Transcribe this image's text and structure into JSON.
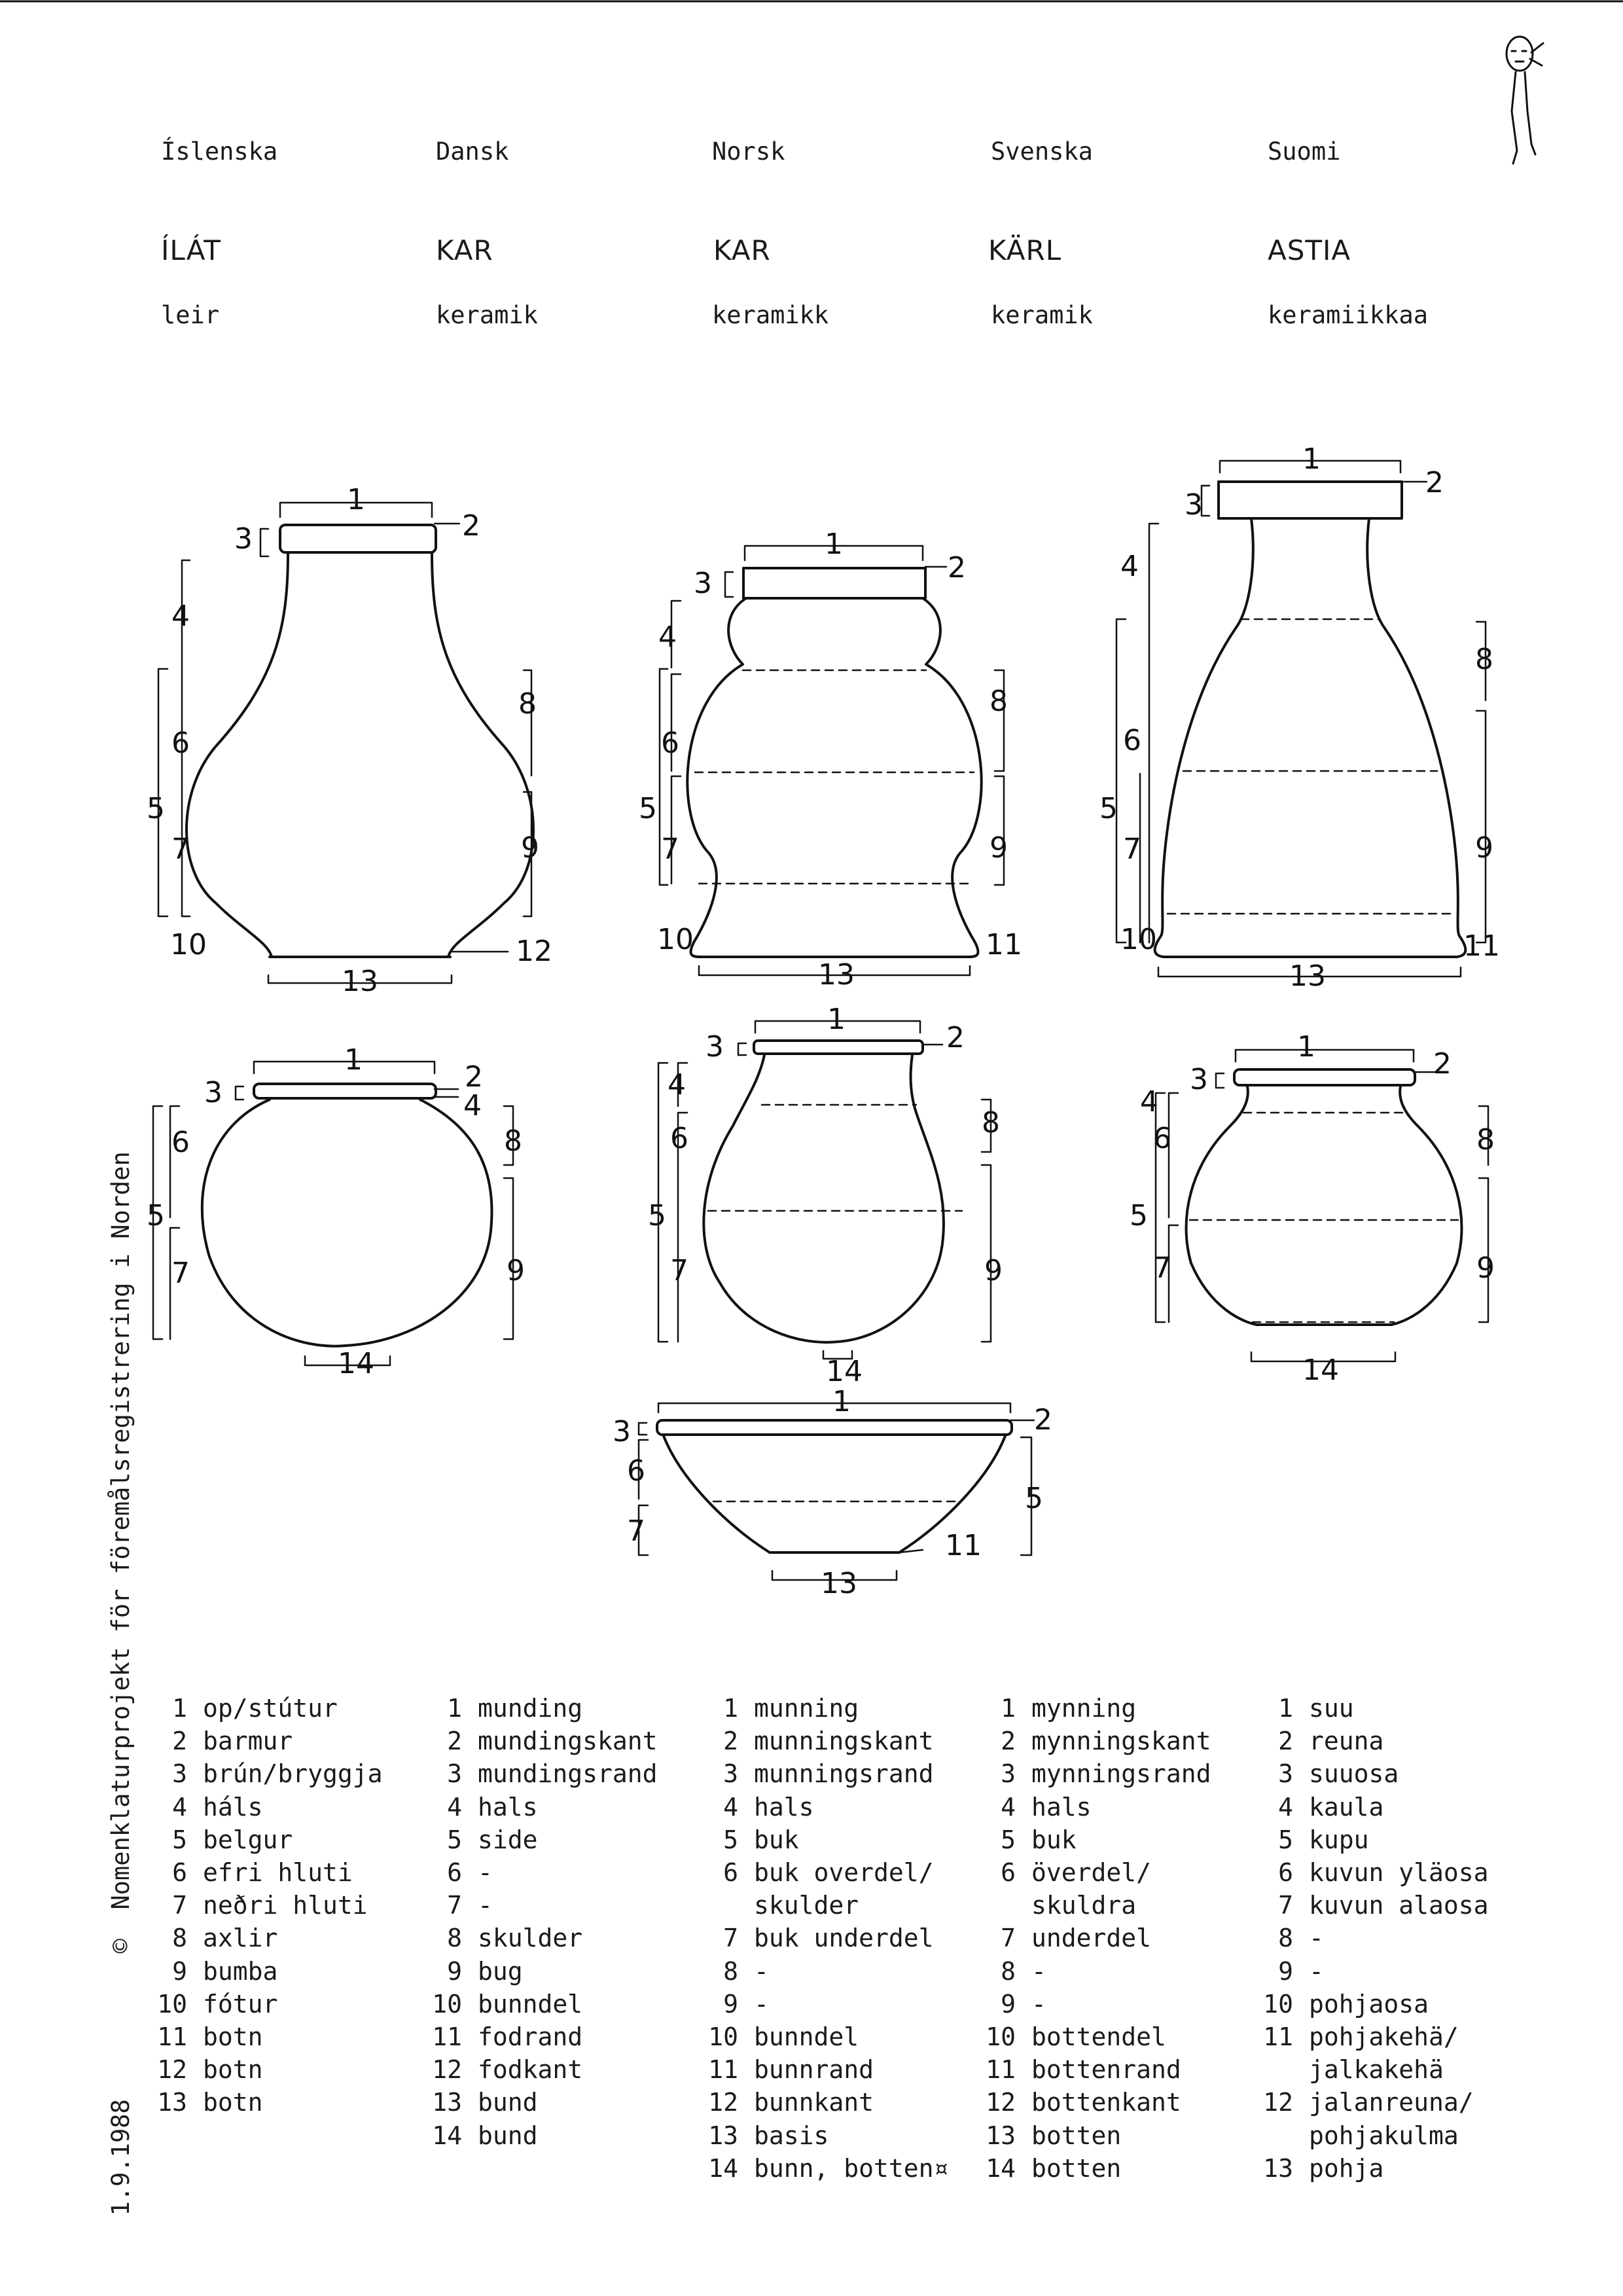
{
  "languages": [
    "Íslenska",
    "Dansk",
    "Norsk",
    "Svenska",
    "Suomi"
  ],
  "titles": [
    "ÍLÁT",
    "KAR",
    "KAR",
    "KÄRL",
    "ASTIA"
  ],
  "subtitles": [
    "leir",
    "keramik",
    "keramikk",
    "keramik",
    "keramiikkaa"
  ],
  "margin_text": "©  Nomenklaturprojekt för föremålsregistrering i Norden",
  "date": "1.9.1988",
  "columns": [
    {
      "items": [
        {
          "n": "1",
          "t": "op/stútur"
        },
        {
          "n": "2",
          "t": "barmur"
        },
        {
          "n": "3",
          "t": "brún/bryggja"
        },
        {
          "n": "4",
          "t": "háls"
        },
        {
          "n": "5",
          "t": "belgur"
        },
        {
          "n": "6",
          "t": "efri hluti"
        },
        {
          "n": "",
          "t": ""
        },
        {
          "n": "7",
          "t": "neðri hluti"
        },
        {
          "n": "8",
          "t": "axlir"
        },
        {
          "n": "9",
          "t": "bumba"
        },
        {
          "n": "10",
          "t": "fótur"
        },
        {
          "n": "11",
          "t": "botn"
        },
        {
          "n": "",
          "t": ""
        },
        {
          "n": "12",
          "t": "botn"
        },
        {
          "n": "",
          "t": ""
        },
        {
          "n": "13",
          "t": "botn"
        }
      ]
    },
    {
      "items": [
        {
          "n": "1",
          "t": "munding"
        },
        {
          "n": "2",
          "t": "mundingskant"
        },
        {
          "n": "3",
          "t": "mundingsrand"
        },
        {
          "n": "4",
          "t": "hals"
        },
        {
          "n": "5",
          "t": "side"
        },
        {
          "n": "6",
          "t": "-"
        },
        {
          "n": "",
          "t": ""
        },
        {
          "n": "7",
          "t": "-"
        },
        {
          "n": "8",
          "t": "skulder"
        },
        {
          "n": "9",
          "t": "bug"
        },
        {
          "n": "10",
          "t": "bunndel"
        },
        {
          "n": "11",
          "t": "fodrand"
        },
        {
          "n": "",
          "t": ""
        },
        {
          "n": "12",
          "t": "fodkant"
        },
        {
          "n": "",
          "t": ""
        },
        {
          "n": "13",
          "t": "bund"
        },
        {
          "n": "14",
          "t": "bund"
        }
      ]
    },
    {
      "items": [
        {
          "n": "1",
          "t": "munning"
        },
        {
          "n": "2",
          "t": "munningskant"
        },
        {
          "n": "3",
          "t": "munningsrand"
        },
        {
          "n": "4",
          "t": "hals"
        },
        {
          "n": "5",
          "t": "buk"
        },
        {
          "n": "6",
          "t": "buk overdel/"
        },
        {
          "n": "",
          "t": "skulder"
        },
        {
          "n": "7",
          "t": "buk underdel"
        },
        {
          "n": "8",
          "t": "-"
        },
        {
          "n": "9",
          "t": "-"
        },
        {
          "n": "10",
          "t": "bunndel"
        },
        {
          "n": "11",
          "t": "bunnrand"
        },
        {
          "n": "",
          "t": ""
        },
        {
          "n": "12",
          "t": "bunnkant"
        },
        {
          "n": "",
          "t": ""
        },
        {
          "n": "13",
          "t": "basis"
        },
        {
          "n": "14",
          "t": "bunn, botten¤"
        }
      ]
    },
    {
      "items": [
        {
          "n": "1",
          "t": "mynning"
        },
        {
          "n": "2",
          "t": "mynningskant"
        },
        {
          "n": "3",
          "t": "mynningsrand"
        },
        {
          "n": "4",
          "t": "hals"
        },
        {
          "n": "5",
          "t": "buk"
        },
        {
          "n": "6",
          "t": "överdel/"
        },
        {
          "n": "",
          "t": "skuldra"
        },
        {
          "n": "7",
          "t": "underdel"
        },
        {
          "n": "8",
          "t": "-"
        },
        {
          "n": "9",
          "t": "-"
        },
        {
          "n": "10",
          "t": "bottendel"
        },
        {
          "n": "11",
          "t": "bottenrand"
        },
        {
          "n": "",
          "t": ""
        },
        {
          "n": "12",
          "t": "bottenkant"
        },
        {
          "n": "",
          "t": ""
        },
        {
          "n": "13",
          "t": "botten"
        },
        {
          "n": "14",
          "t": "botten"
        }
      ]
    },
    {
      "items": [
        {
          "n": "1",
          "t": "suu"
        },
        {
          "n": "2",
          "t": "reuna"
        },
        {
          "n": "3",
          "t": "suuosa"
        },
        {
          "n": "4",
          "t": "kaula"
        },
        {
          "n": "5",
          "t": "kupu"
        },
        {
          "n": "6",
          "t": "kuvun yläosa"
        },
        {
          "n": "",
          "t": ""
        },
        {
          "n": "7",
          "t": "kuvun alaosa"
        },
        {
          "n": "8",
          "t": "-"
        },
        {
          "n": "9",
          "t": "-"
        },
        {
          "n": "10",
          "t": "pohjaosa"
        },
        {
          "n": "11",
          "t": "pohjakehä/"
        },
        {
          "n": "",
          "t": "jalkakehä"
        },
        {
          "n": "12",
          "t": "jalanreuna/"
        },
        {
          "n": "",
          "t": "pohjakulma"
        },
        {
          "n": "13",
          "t": "pohja"
        }
      ]
    }
  ],
  "diagram_labels": {
    "v1": [
      "1",
      "2",
      "3",
      "4",
      "5",
      "6",
      "7",
      "8",
      "9",
      "10",
      "12",
      "13"
    ],
    "v2": [
      "1",
      "2",
      "3",
      "4",
      "5",
      "6",
      "7",
      "8",
      "9",
      "10",
      "11",
      "13"
    ],
    "v3": [
      "1",
      "2",
      "3",
      "4",
      "5",
      "6",
      "7",
      "8",
      "9",
      "10",
      "11",
      "13"
    ],
    "v4": [
      "1",
      "2",
      "3",
      "4",
      "5",
      "6",
      "7",
      "8",
      "9",
      "14"
    ],
    "v5": [
      "1",
      "2",
      "3",
      "4",
      "5",
      "6",
      "7",
      "8",
      "9",
      "14"
    ],
    "v6": [
      "1",
      "2",
      "3",
      "4",
      "5",
      "6",
      "7",
      "8",
      "9",
      "14"
    ],
    "v7": [
      "1",
      "2",
      "3",
      "5",
      "6",
      "7",
      "11",
      "13"
    ]
  }
}
